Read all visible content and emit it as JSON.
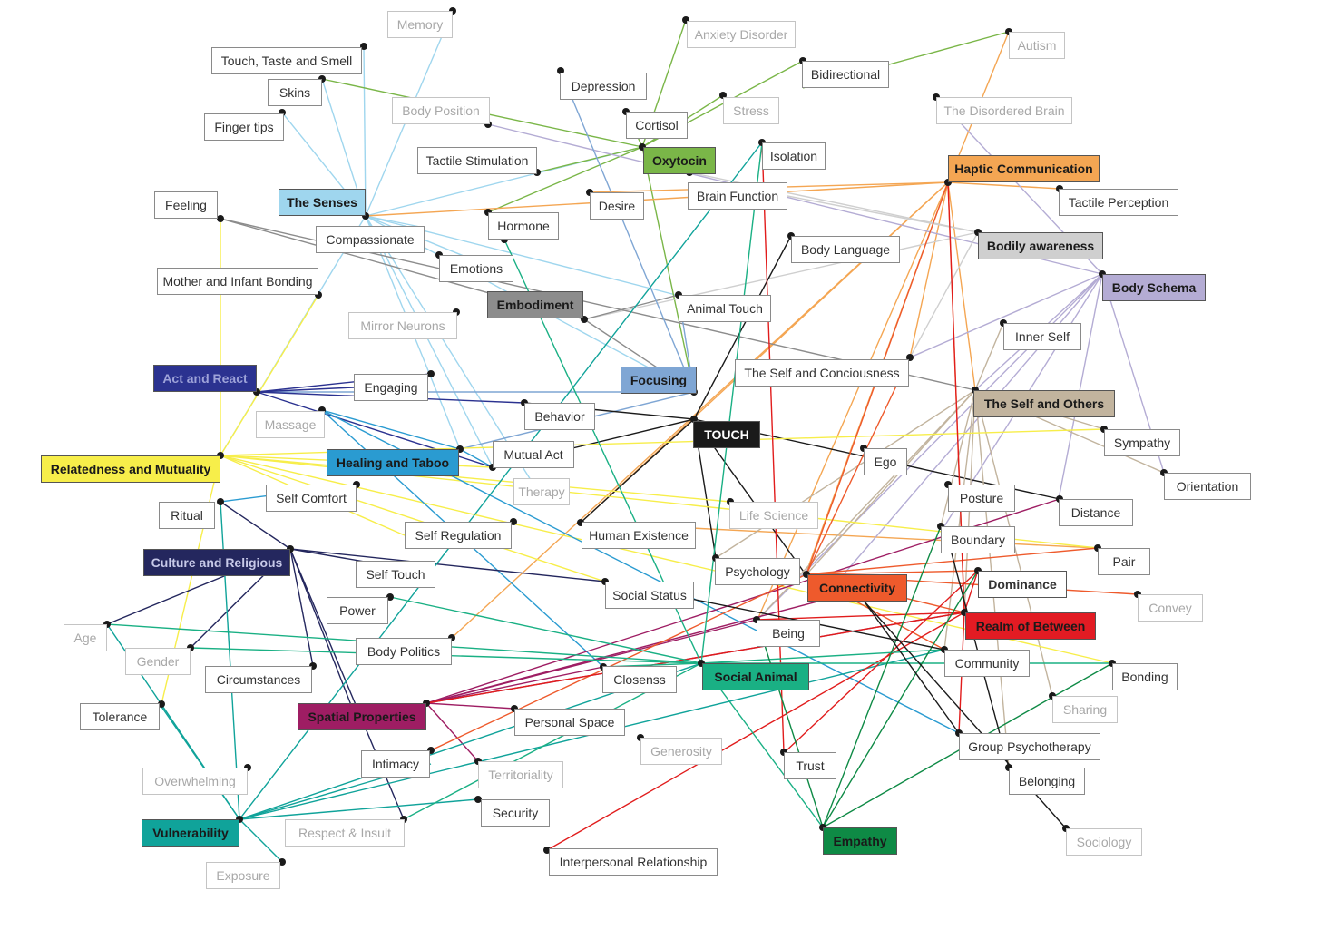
{
  "colors": {
    "senses": "#9fd6ee",
    "oxytocin": "#7ab648",
    "haptic": "#f4a653",
    "bodily_awareness": "#cfcfcf",
    "body_schema": "#b4acd4",
    "embodiment": "#8c8c8c",
    "focusing": "#7fa6d4",
    "touch": "#1a1a1a",
    "self_and_others": "#c2b49e",
    "act_and_react": "#2b3290",
    "relatedness": "#f7ee4a",
    "healing": "#2a9bd1",
    "culture": "#24275e",
    "spatial": "#9e1d63",
    "vulnerability": "#10a39a",
    "connectivity": "#ee5a2c",
    "realm": "#e21b23",
    "social_animal": "#1ab084",
    "empathy": "#0e8a45",
    "dominance_line": "#e11c1c",
    "green_line": "#2e9e4a"
  },
  "nodes": {
    "memory": "Memory",
    "touch_taste_smell": "Touch, Taste and Smell",
    "skins": "Skins",
    "finger_tips": "Finger tips",
    "body_position": "Body Position",
    "tactile_stimulation": "Tactile Stimulation",
    "depression": "Depression",
    "cortisol": "Cortisol",
    "stress": "Stress",
    "oxytocin": "Oxytocin",
    "anxiety_disorder": "Anxiety Disorder",
    "bidirectional": "Bidirectional",
    "autism": "Autism",
    "disordered_brain": "The Disordered Brain",
    "isolation": "Isolation",
    "haptic_communication": "Haptic Communication",
    "tactile_perception": "Tactile Perception",
    "feeling": "Feeling",
    "the_senses": "The Senses",
    "hormone": "Hormone",
    "desire": "Desire",
    "brain_function": "Brain Function",
    "bodily_awareness": "Bodily awareness",
    "compassionate": "Compassionate",
    "body_language": "Body Language",
    "emotions": "Emotions",
    "body_schema": "Body Schema",
    "mother_infant": "Mother and Infant Bonding",
    "embodiment": "Embodiment",
    "animal_touch": "Animal Touch",
    "mirror_neurons": "Mirror Neurons",
    "inner_self": "Inner Self",
    "act_and_react": "Act and React",
    "focusing": "Focusing",
    "self_conciousness": "The Self and Conciousness",
    "engaging": "Engaging",
    "self_and_others": "The Self and Others",
    "behavior": "Behavior",
    "massage": "Massage",
    "touch": "TOUCH",
    "sympathy": "Sympathy",
    "relatedness": "Relatedness and Mutuality",
    "healing_taboo": "Healing and Taboo",
    "mutual_act": "Mutual Act",
    "ego": "Ego",
    "orientation": "Orientation",
    "therapy": "Therapy",
    "self_comfort": "Self Comfort",
    "ritual": "Ritual",
    "posture": "Posture",
    "life_science": "Life Science",
    "distance": "Distance",
    "self_regulation": "Self Regulation",
    "human_existence": "Human Existence",
    "boundary": "Boundary",
    "culture_religious": "Culture and Religious",
    "pair": "Pair",
    "self_touch": "Self Touch",
    "psychology": "Psychology",
    "dominance": "Dominance",
    "connectivity": "Connectivity",
    "social_status": "Social Status",
    "convey": "Convey",
    "power": "Power",
    "realm_between": "Realm of Between",
    "age": "Age",
    "being": "Being",
    "body_politics": "Body Politics",
    "gender": "Gender",
    "community": "Community",
    "bonding": "Bonding",
    "circumstances": "Circumstances",
    "closenss": "Closenss",
    "social_animal": "Social Animal",
    "tolerance": "Tolerance",
    "sharing": "Sharing",
    "spatial_properties": "Spatial Properties",
    "personal_space": "Personal Space",
    "generosity": "Generosity",
    "group_psychotherapy": "Group Psychotherapy",
    "intimacy": "Intimacy",
    "trust": "Trust",
    "territoriality": "Territoriality",
    "belonging": "Belonging",
    "overwhelming": "Overwhelming",
    "security": "Security",
    "vulnerability": "Vulnerability",
    "respect_insult": "Respect & Insult",
    "empathy": "Empathy",
    "sociology": "Sociology",
    "interpersonal": "Interpersonal Relationship",
    "exposure": "Exposure"
  }
}
